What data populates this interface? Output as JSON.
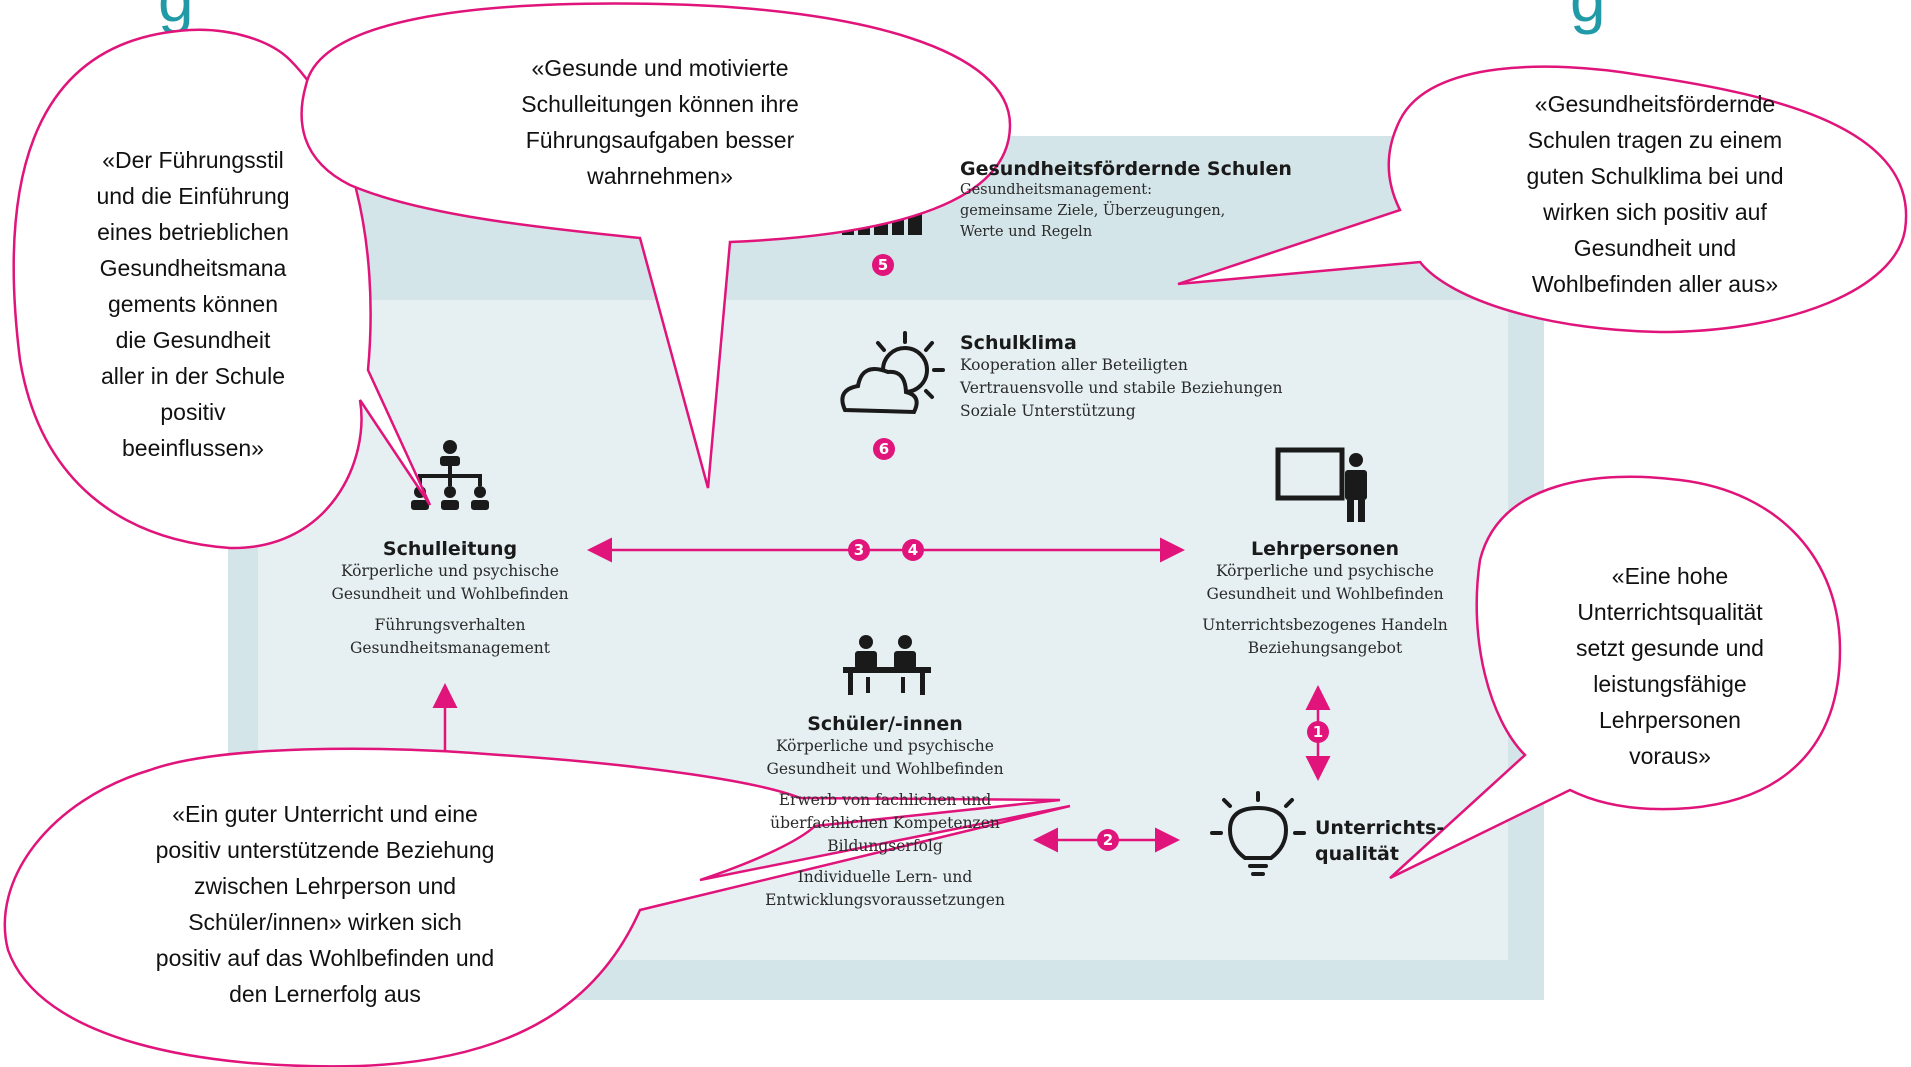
{
  "heading": {
    "left_fragment": "g",
    "right_fragment": "g"
  },
  "nodes": {
    "schools": {
      "title": "Gesundheitsfördernde Schulen",
      "lines": [
        "Gesundheitsmanagement:",
        "gemeinsame Ziele, Überzeugungen,",
        "Werte und Regeln"
      ],
      "badge": "5",
      "icon": "buildings-icon"
    },
    "climate": {
      "title": "Schulklima",
      "lines": [
        "Kooperation aller Beteiligten",
        "Vertrauensvolle und stabile Beziehungen",
        "Soziale Unterstützung"
      ],
      "badge": "6",
      "icon": "sun-cloud-icon"
    },
    "leadership": {
      "title": "Schulleitung",
      "lines": [
        "Körperliche und psychische",
        "Gesundheit und Wohlbefinden"
      ],
      "lines2": [
        "Führungsverhalten",
        "Gesundheitsmanagement"
      ],
      "icon": "hierarchy-icon"
    },
    "teachers": {
      "title": "Lehrpersonen",
      "lines": [
        "Körperliche und psychische",
        "Gesundheit und Wohlbefinden"
      ],
      "lines2": [
        "Unterrichtsbezogenes Handeln",
        "Beziehungsangebot"
      ],
      "icon": "teacher-board-icon"
    },
    "students": {
      "title": "Schüler/-innen",
      "lines": [
        "Körperliche und psychische",
        "Gesundheit und Wohlbefinden"
      ],
      "lines2": [
        "Erwerb von fachlichen und",
        "überfachlichen Kompetenzen",
        "Bildungserfolg"
      ],
      "lines3": [
        "Individuelle Lern- und",
        "Entwicklungsvoraussetzungen"
      ],
      "icon": "students-desk-icon"
    },
    "quality": {
      "title_lines": [
        "Unterrichts-",
        "qualität"
      ],
      "icon": "lightbulb-icon"
    }
  },
  "badges": {
    "b1": "1",
    "b2": "2",
    "b3": "3",
    "b4": "4"
  },
  "bubbles": {
    "b1": [
      "«Der Führungsstil",
      "und die Einführung",
      "eines betrieblichen",
      "Gesundheitsmana",
      "gements können",
      "die Gesundheit",
      "aller in der Schule",
      "positiv",
      "beeinflussen»"
    ],
    "b2": [
      "«Gesunde und motivierte",
      "Schulleitungen können ihre",
      "Führungsaufgaben besser",
      "wahrnehmen»"
    ],
    "b3": [
      "«Gesundheitsfördernde",
      "Schulen tragen zu einem",
      "guten Schulklima bei und",
      "wirken sich positiv auf",
      "Gesundheit und",
      "Wohlbefinden aller aus»"
    ],
    "b4": [
      "«Eine hohe",
      "Unterrichtsqualität",
      "setzt gesunde und",
      "leistungsfähige",
      "Lehrpersonen",
      "voraus»"
    ],
    "b5": [
      "«Ein guter Unterricht und eine",
      "positiv unterstützende Beziehung",
      "zwischen Lehrperson und",
      "Schüler/innen» wirken sich",
      "positiv auf das Wohlbefinden und",
      "den Lernerfolg aus"
    ]
  },
  "colors": {
    "accent": "#e0147a",
    "frame": "#d4e5e9",
    "panel": "#e6f0f3",
    "heading": "#1f9aa6"
  }
}
